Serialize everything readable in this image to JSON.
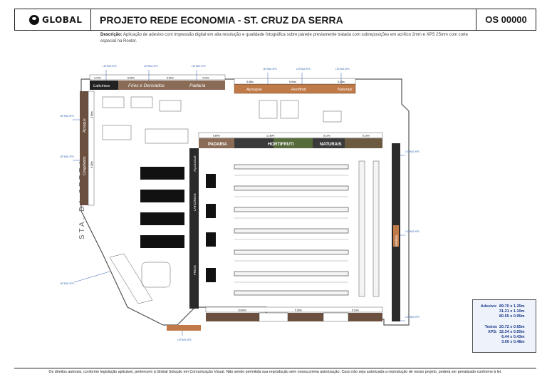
{
  "brand": {
    "logo_text": "GLOBAL"
  },
  "header": {
    "title": "PROJETO REDE ECONOMIA - ST. CRUZ DA SERRA",
    "os": "OS 00000"
  },
  "description": {
    "label": "Descrição:",
    "text": "Aplicação de adesivo com impressão digital em alta resolução e qualidade fotográfica sobre parede previamente tratada com sobreposições em acrílico 2mm e XPS 25mm com corte especial na Router."
  },
  "plan": {
    "street_label": "STA. DA SERRA",
    "sections": {
      "top_left": [
        "Laticínios",
        "Frios e Derivados",
        "Padaria"
      ],
      "top_right": [
        "Açougue",
        "Hortifruti",
        "Naturais"
      ],
      "middle_band": [
        "PADARIA",
        "HORTIFRUTI",
        "NATURAIS"
      ],
      "vertical_left": [
        "Açougue",
        "Congelados"
      ],
      "vertical_center": [
        "AÇOUGUE",
        "LATICÍNIOS",
        "FRIOS"
      ],
      "vertical_right": "Bebidas"
    },
    "measures": {
      "top_left": [
        "3.79m",
        "5.50m",
        "5.50m",
        "4.22m"
      ],
      "top_right": [
        "3.48m",
        "5.94m",
        "3.15m"
      ],
      "middle": [
        "5.80m",
        "11.80m",
        "5.10m",
        "5.10m"
      ],
      "left_side": [
        "3.56m",
        "5.28m"
      ],
      "bottom": [
        "10.80m",
        "5.35m",
        "5.10m"
      ]
    },
    "callouts": [
      "LETRAS XPS",
      "LETRAS XPS",
      "LETRAS XPS",
      "LETRAS XPS",
      "LETRAS XPS",
      "LETRAS XPS",
      "LETRAS XPS",
      "LETRAS XPS",
      "LETRAS XPS",
      "LETRAS XPS",
      "LETRAS XPS",
      "LETRAS XPS",
      "LETRAS XPS"
    ]
  },
  "legend": {
    "adesivo_label": "Adesivo:",
    "adesivo_values": [
      "89.70 x 1.25m",
      "31.21 x 1.10m",
      "80.55 x 0.95m"
    ],
    "xps_label": "Textos XPS:",
    "xps_values": [
      "20.72 x 0.65m",
      "32.34 x 0.50m",
      "6.44 x 0.43m",
      "3.00 x 0.48m"
    ]
  },
  "footer": {
    "text": "Os direitos autorais, conforme legislação aplicável, pertencem à Global Solução em Comunicação Visual. Não sendo permitida sua reprodução sem nossa prévia autorização. Caso não seja autorizada a reprodução de nosso projeto, poderá ser penalizado conforme à lei."
  },
  "colors": {
    "accent": "#c07a48",
    "callout": "#2a5fb0",
    "wall": "#3a3a3a"
  }
}
